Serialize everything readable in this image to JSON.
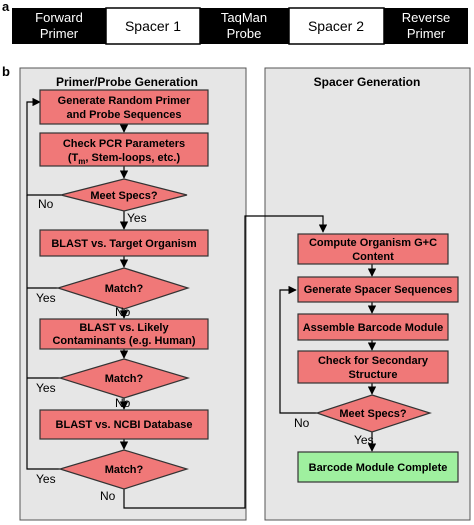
{
  "panel_a": {
    "label": "a",
    "segments": [
      {
        "line1": "Forward",
        "line2": "Primer",
        "style": "dark"
      },
      {
        "line1": "Spacer 1",
        "line2": "",
        "style": "light"
      },
      {
        "line1": "TaqMan",
        "line2": "Probe",
        "style": "dark"
      },
      {
        "line1": "Spacer 2",
        "line2": "",
        "style": "light"
      },
      {
        "line1": "Reverse",
        "line2": "Primer",
        "style": "dark"
      }
    ]
  },
  "panel_b": {
    "label": "b",
    "left_title": "Primer/Probe Generation",
    "right_title": "Spacer Generation",
    "left": {
      "generate": {
        "line1": "Generate Random Primer",
        "line2": "and Probe Sequences"
      },
      "check_pcr": {
        "line1": "Check PCR Parameters",
        "line2_pre": "(T",
        "line2_sub": "m",
        "line2_post": ", Stem-loops, etc.)"
      },
      "meet_specs": "Meet Specs?",
      "no_1": "No",
      "yes_1": "Yes",
      "blast_target": "BLAST vs. Target Organism",
      "match_1": "Match?",
      "yes_2": "Yes",
      "no_2": "No",
      "blast_contam": {
        "line1": "BLAST vs. Likely",
        "line2": "Contaminants (e.g. Human)"
      },
      "match_2": "Match?",
      "yes_3": "Yes",
      "no_3": "No",
      "blast_ncbi": "BLAST vs. NCBI Database",
      "match_3": "Match?",
      "yes_4": "Yes",
      "no_4": "No"
    },
    "right": {
      "compute_gc": {
        "line1": "Compute Organism G+C",
        "line2": "Content"
      },
      "generate_spacer": "Generate Spacer Sequences",
      "assemble": "Assemble Barcode Module",
      "check_secondary": {
        "line1": "Check for Secondary",
        "line2": "Structure"
      },
      "meet_specs": "Meet Specs?",
      "no": "No",
      "yes": "Yes",
      "complete": "Barcode Module Complete"
    }
  },
  "colors": {
    "box_fill": "#f07878",
    "complete_fill": "#9ff09f",
    "panel_fill": "#e6e6e6",
    "dark_segment": "#000000",
    "light_segment": "#ffffff"
  }
}
